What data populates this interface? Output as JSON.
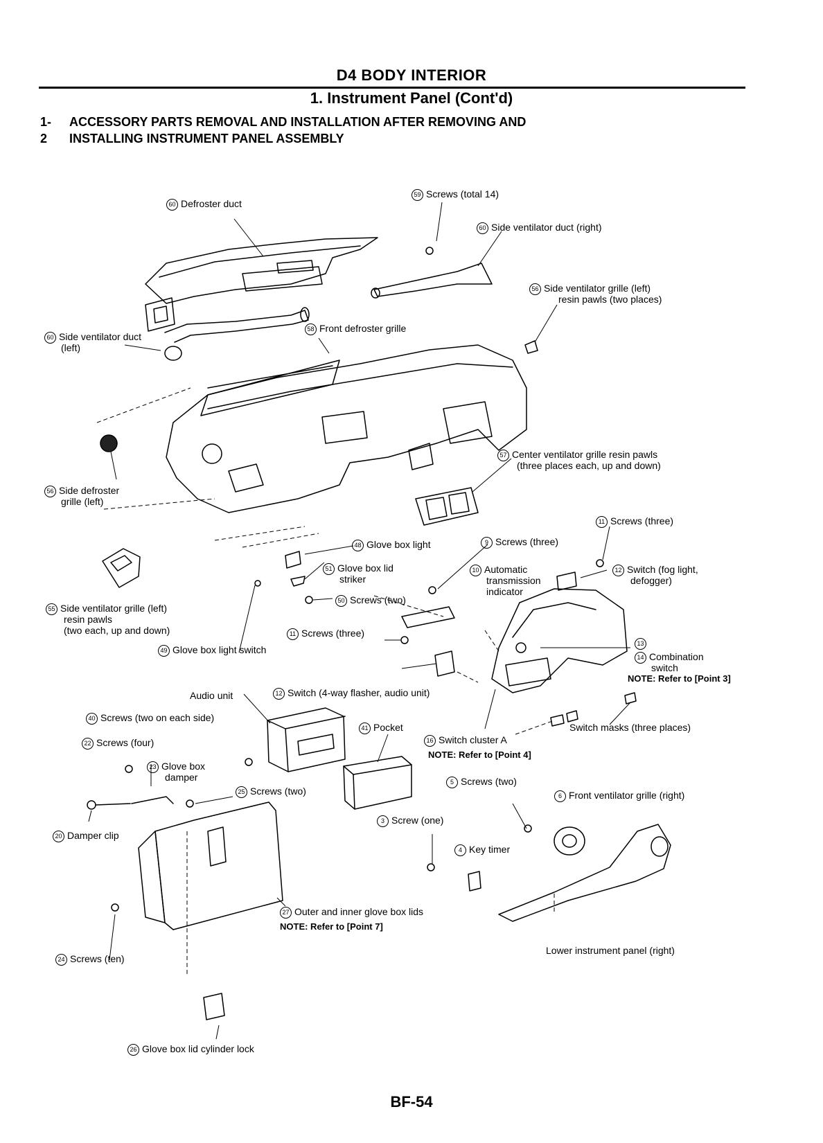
{
  "header": {
    "title": "D4 BODY INTERIOR",
    "subtitle": "1. Instrument Panel (Cont'd)"
  },
  "section": {
    "number": "1-2",
    "line1": "ACCESSORY PARTS REMOVAL AND INSTALLATION AFTER REMOVING AND",
    "line2": "INSTALLING INSTRUMENT PANEL ASSEMBLY"
  },
  "labels": {
    "defroster_duct": {
      "num": "60",
      "text": "Defroster duct"
    },
    "screws_total14": {
      "num": "59",
      "text": "Screws (total 14)"
    },
    "side_vent_duct_right": {
      "num": "60",
      "text": "Side ventilator duct (right)"
    },
    "side_vent_grille_left_top_1": {
      "num": "56",
      "text": "Side ventilator grille (left)"
    },
    "side_vent_grille_left_top_2": {
      "text": "resin pawls (two places)"
    },
    "side_vent_duct_left_1": {
      "num": "60",
      "text": "Side ventilator duct"
    },
    "side_vent_duct_left_2": {
      "text": "(left)"
    },
    "front_defroster_grille": {
      "num": "58",
      "text": "Front defroster grille"
    },
    "side_defroster_grille_1": {
      "num": "56",
      "text": "Side defroster"
    },
    "side_defroster_grille_2": {
      "text": "grille (left)"
    },
    "center_vent_grille_1": {
      "num": "57",
      "text": "Center ventilator grille resin pawls"
    },
    "center_vent_grille_2": {
      "text": "(three places each, up and down)"
    },
    "screws_three_a": {
      "num": "11",
      "text": "Screws (three)"
    },
    "glove_box_light": {
      "num": "48",
      "text": "Glove box light"
    },
    "screws_three_b": {
      "num": "9",
      "text": "Screws (three)"
    },
    "switch_fog_1": {
      "num": "12",
      "text": "Switch (fog light,"
    },
    "switch_fog_2": {
      "text": "defogger)"
    },
    "glove_box_lid_striker_1": {
      "num": "51",
      "text": "Glove box lid"
    },
    "glove_box_lid_striker_2": {
      "text": "striker"
    },
    "auto_trans_1": {
      "num": "10",
      "text": "Automatic"
    },
    "auto_trans_2": {
      "text": "transmission"
    },
    "auto_trans_3": {
      "text": "indicator"
    },
    "screws_two_a": {
      "num": "50",
      "text": "Screws (two)"
    },
    "side_vent_grille_left_bot_1": {
      "num": "55",
      "text": "Side ventilator grille (left)"
    },
    "side_vent_grille_left_bot_2": {
      "text": "resin pawls"
    },
    "side_vent_grille_left_bot_3": {
      "text": "(two each, up and down)"
    },
    "screws_three_c": {
      "num": "11",
      "text": "Screws (three)"
    },
    "label_13": {
      "num": "13",
      "text": ""
    },
    "combination_switch_1": {
      "num": "14",
      "text": "Combination"
    },
    "combination_switch_2": {
      "text": "switch"
    },
    "note_point3": {
      "text": "NOTE: Refer to [Point 3]"
    },
    "glove_box_light_switch": {
      "num": "49",
      "text": "Glove box light switch"
    },
    "audio_unit": {
      "text": "Audio unit"
    },
    "switch_flasher": {
      "num": "12",
      "text": "Switch (4-way flasher, audio unit)"
    },
    "screws_two_each_side": {
      "num": "40",
      "text": "Screws (two on each side)"
    },
    "pocket": {
      "num": "41",
      "text": "Pocket"
    },
    "switch_masks": {
      "text": "Switch masks (three places)"
    },
    "screws_four": {
      "num": "22",
      "text": "Screws (four)"
    },
    "switch_cluster": {
      "num": "16",
      "text": "Switch cluster A"
    },
    "note_point4": {
      "text": "NOTE: Refer to [Point 4]"
    },
    "glove_box_damper_1": {
      "num": "23",
      "text": "Glove box"
    },
    "glove_box_damper_2": {
      "text": "damper"
    },
    "screws_two_b": {
      "num": "25",
      "text": "Screws (two)"
    },
    "screws_two_c": {
      "num": "5",
      "text": "Screws (two)"
    },
    "front_vent_grille_right": {
      "num": "6",
      "text": "Front ventilator grille (right)"
    },
    "damper_clip": {
      "num": "20",
      "text": "Damper clip"
    },
    "screw_one": {
      "num": "3",
      "text": "Screw (one)"
    },
    "key_timer": {
      "num": "4",
      "text": "Key timer"
    },
    "outer_inner_lids": {
      "num": "27",
      "text": "Outer and inner glove box lids"
    },
    "note_point7": {
      "text": "NOTE: Refer to [Point 7]"
    },
    "lower_panel_right": {
      "text": "Lower instrument panel (right)"
    },
    "screws_ten": {
      "num": "24",
      "text": "Screws (ten)"
    },
    "cylinder_lock": {
      "num": "26",
      "text": "Glove box lid cylinder lock"
    }
  },
  "page_number": "BF-54",
  "colors": {
    "ink": "#000000",
    "paper": "#ffffff",
    "shade": "#555555"
  }
}
